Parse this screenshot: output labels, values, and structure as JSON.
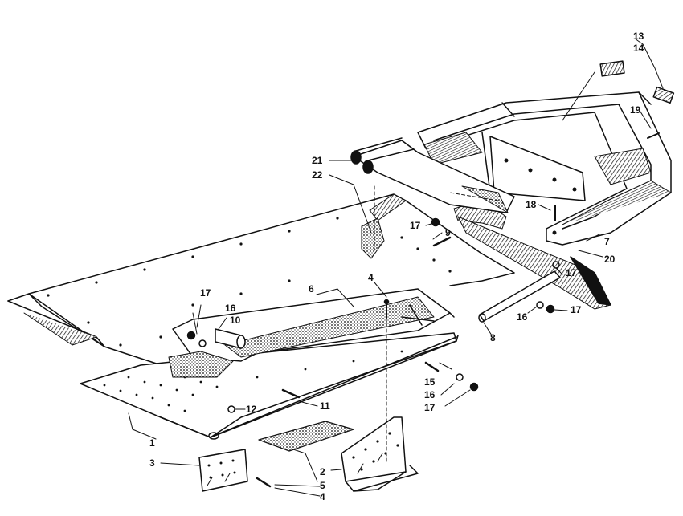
{
  "diagram": {
    "ink_color": "#111111",
    "paper_color": "#ffffff",
    "callouts": [
      {
        "id": "c1",
        "text": "1"
      },
      {
        "id": "c2",
        "text": "2"
      },
      {
        "id": "c3",
        "text": "3"
      },
      {
        "id": "c4a",
        "text": "4"
      },
      {
        "id": "c4b",
        "text": "4"
      },
      {
        "id": "c5",
        "text": "5"
      },
      {
        "id": "c6",
        "text": "6"
      },
      {
        "id": "c7",
        "text": "7"
      },
      {
        "id": "c8",
        "text": "8"
      },
      {
        "id": "c9",
        "text": "9"
      },
      {
        "id": "c10",
        "text": "10"
      },
      {
        "id": "c11",
        "text": "11"
      },
      {
        "id": "c12",
        "text": "12"
      },
      {
        "id": "c13",
        "text": "13"
      },
      {
        "id": "c14",
        "text": "14"
      },
      {
        "id": "c15",
        "text": "15"
      },
      {
        "id": "c16a",
        "text": "16"
      },
      {
        "id": "c16b",
        "text": "16"
      },
      {
        "id": "c16c",
        "text": "16"
      },
      {
        "id": "c17a",
        "text": "17"
      },
      {
        "id": "c17b",
        "text": "17"
      },
      {
        "id": "c17c",
        "text": "17"
      },
      {
        "id": "c17d",
        "text": "17"
      },
      {
        "id": "c17e",
        "text": "17"
      },
      {
        "id": "c18",
        "text": "18"
      },
      {
        "id": "c19",
        "text": "19"
      },
      {
        "id": "c20",
        "text": "20"
      },
      {
        "id": "c21",
        "text": "21"
      },
      {
        "id": "c22",
        "text": "22"
      }
    ]
  }
}
